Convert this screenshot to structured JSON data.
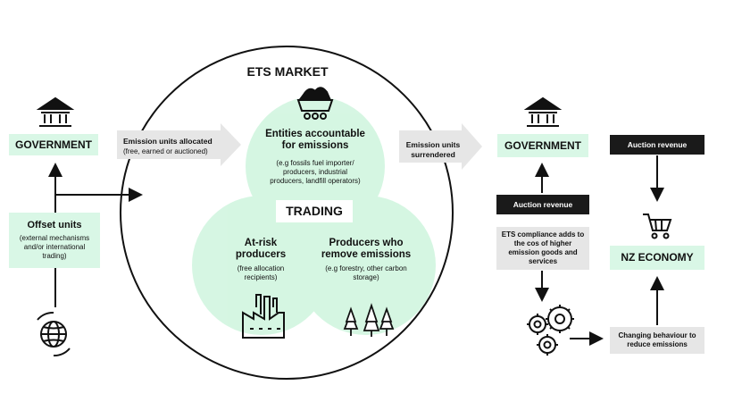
{
  "market": {
    "title": "ETS MARKET",
    "entities_title": "Entities accountable for emissions",
    "entities_desc": "(e.g fossils fuel importer/ producers, industrial producers, landfill operators)",
    "trading": "TRADING",
    "atrisk_title": "At-risk producers",
    "atrisk_desc": "(free allocation recipients)",
    "remove_title": "Producers who remove emissions",
    "remove_desc": "(e.g forestry, other carbon storage)"
  },
  "left": {
    "government": "GOVERNMENT",
    "allocated_title": "Emission units allocated",
    "allocated_desc": "(free, earned or auctioned)",
    "offset_title": "Offset units",
    "offset_desc": "(external mechanisms and/or international trading)"
  },
  "right": {
    "surrendered": "Emission units surrendered",
    "government": "GOVERNMENT",
    "auction_revenue_1": "Auction revenue",
    "auction_revenue_2": "Auction revenue",
    "compliance": "ETS compliance adds to the cos of higher emission goods and services",
    "nz_economy": "NZ ECONOMY",
    "changing": "Changing behaviour to reduce emissions"
  },
  "colors": {
    "green": "#d9f7e6",
    "venn": "#c8f3d9",
    "grey": "#e6e6e6",
    "black": "#1a1a1a"
  },
  "icons": [
    "government-building-icon",
    "coal-cart-icon",
    "factory-icon",
    "forest-icon",
    "globe-icon",
    "gears-icon",
    "shopping-cart-icon"
  ]
}
